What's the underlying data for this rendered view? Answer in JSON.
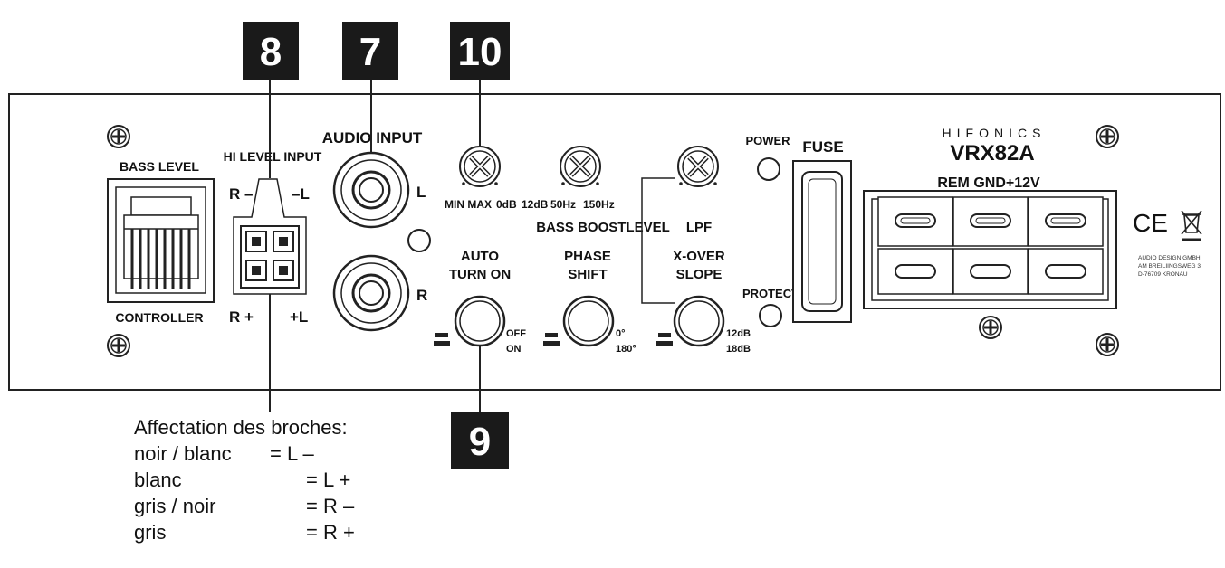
{
  "callouts": {
    "c8": "8",
    "c7": "7",
    "c10": "10",
    "c9": "9"
  },
  "panel": {
    "bass_level": "BASS LEVEL",
    "controller": "CONTROLLER",
    "hi_level_input": "HI LEVEL INPUT",
    "r_minus": "R –",
    "l_minus": "–L",
    "r_plus": "R +",
    "l_plus": "+L",
    "audio_input": "AUDIO INPUT",
    "ch_l": "L",
    "ch_r": "R",
    "min_max": "MIN MAX",
    "zero_db": "0dB",
    "twelve_db": "12dB",
    "fifty_hz": "50Hz",
    "one_fifty_hz": "150Hz",
    "bass_boost_level": "BASS BOOSTLEVEL",
    "lpf": "LPF",
    "auto_turn_on_1": "AUTO",
    "auto_turn_on_2": "TURN ON",
    "off": "OFF",
    "on": "ON",
    "phase_shift_1": "PHASE",
    "phase_shift_2": "SHIFT",
    "deg0": "0°",
    "deg180": "180°",
    "xover_1": "X-OVER",
    "xover_2": "SLOPE",
    "slope12": "12dB",
    "slope18": "18dB",
    "power": "POWER",
    "protect": "PROTECT",
    "fuse": "FUSE",
    "brand": "HIFONICS",
    "model": "VRX82A",
    "rem_gnd": "REM GND+12V",
    "ce_mark": "CE",
    "address_1": "AUDIO DESIGN GMBH",
    "address_2": "AM BREILIINGSWEG 3",
    "address_3": "D-76709 KRONAU"
  },
  "pin_assignment": {
    "title": "Affectation des broches:",
    "rows": [
      {
        "wire": "noir / blanc",
        "pin": "= L –"
      },
      {
        "wire": "blanc",
        "pin": "= L +"
      },
      {
        "wire": "gris / noir",
        "pin": "= R –"
      },
      {
        "wire": "gris",
        "pin": "= R +"
      }
    ]
  }
}
